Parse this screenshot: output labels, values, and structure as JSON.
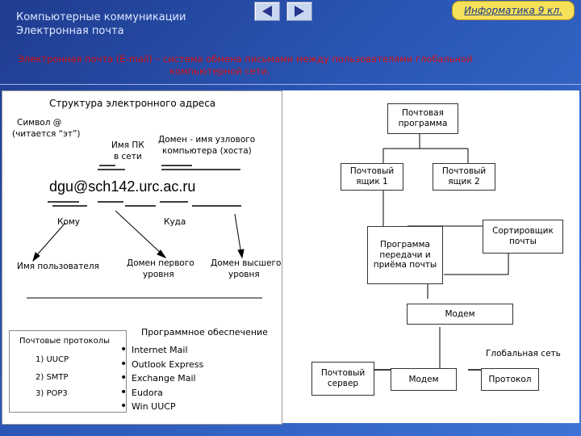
{
  "header": {
    "title_line1": "Компьютерные коммуникации",
    "title_line2": "Электронная почта",
    "page_link": "Информатика 9 кл."
  },
  "definition": {
    "line1": "Электронная почта (E-mail) – система обмена письмами между пользователями глобальной",
    "line2": "компьютерной сети."
  },
  "left": {
    "heading": "Структура электронного адреса",
    "at_symbol_line1": "Символ @",
    "at_symbol_line2": "(читается “эт”)",
    "pc_name_line1": "Имя ПК",
    "pc_name_line2": "в сети",
    "domain_node_line1": "Домен - имя узлового",
    "domain_node_line2": "компьютера (хоста)",
    "address": "dgu@sch142.urc.ac.ru",
    "to_label": "Кому",
    "where_label": "Куда",
    "user_name": "Имя пользователя",
    "first_level_line1": "Домен первого",
    "first_level_line2": "уровня",
    "top_level_line1": "Домен высшего",
    "top_level_line2": "уровня",
    "protocols": {
      "title": "Почтовые протоколы",
      "items": [
        "1) UUCP",
        "2) SMTP",
        "3) POP3"
      ]
    },
    "software": {
      "title": "Программное обеспечение",
      "items": [
        "Internet Mail",
        "Outlook Express",
        "Exchange Mail",
        "Eudora",
        "Win UUCP"
      ]
    }
  },
  "right": {
    "mail_program": "Почтовая программа",
    "mailbox1": "Почтовый ящик 1",
    "mailbox2": "Почтовый ящик 2",
    "transfer_program": "Программа передачи и приёма почты",
    "sorter": "Сортировщик почты",
    "modem_top": "Модем",
    "global_net": "Глобальная сеть",
    "mail_server": "Почтовый сервер",
    "modem_bottom": "Модем",
    "protocol": "Протокол"
  }
}
